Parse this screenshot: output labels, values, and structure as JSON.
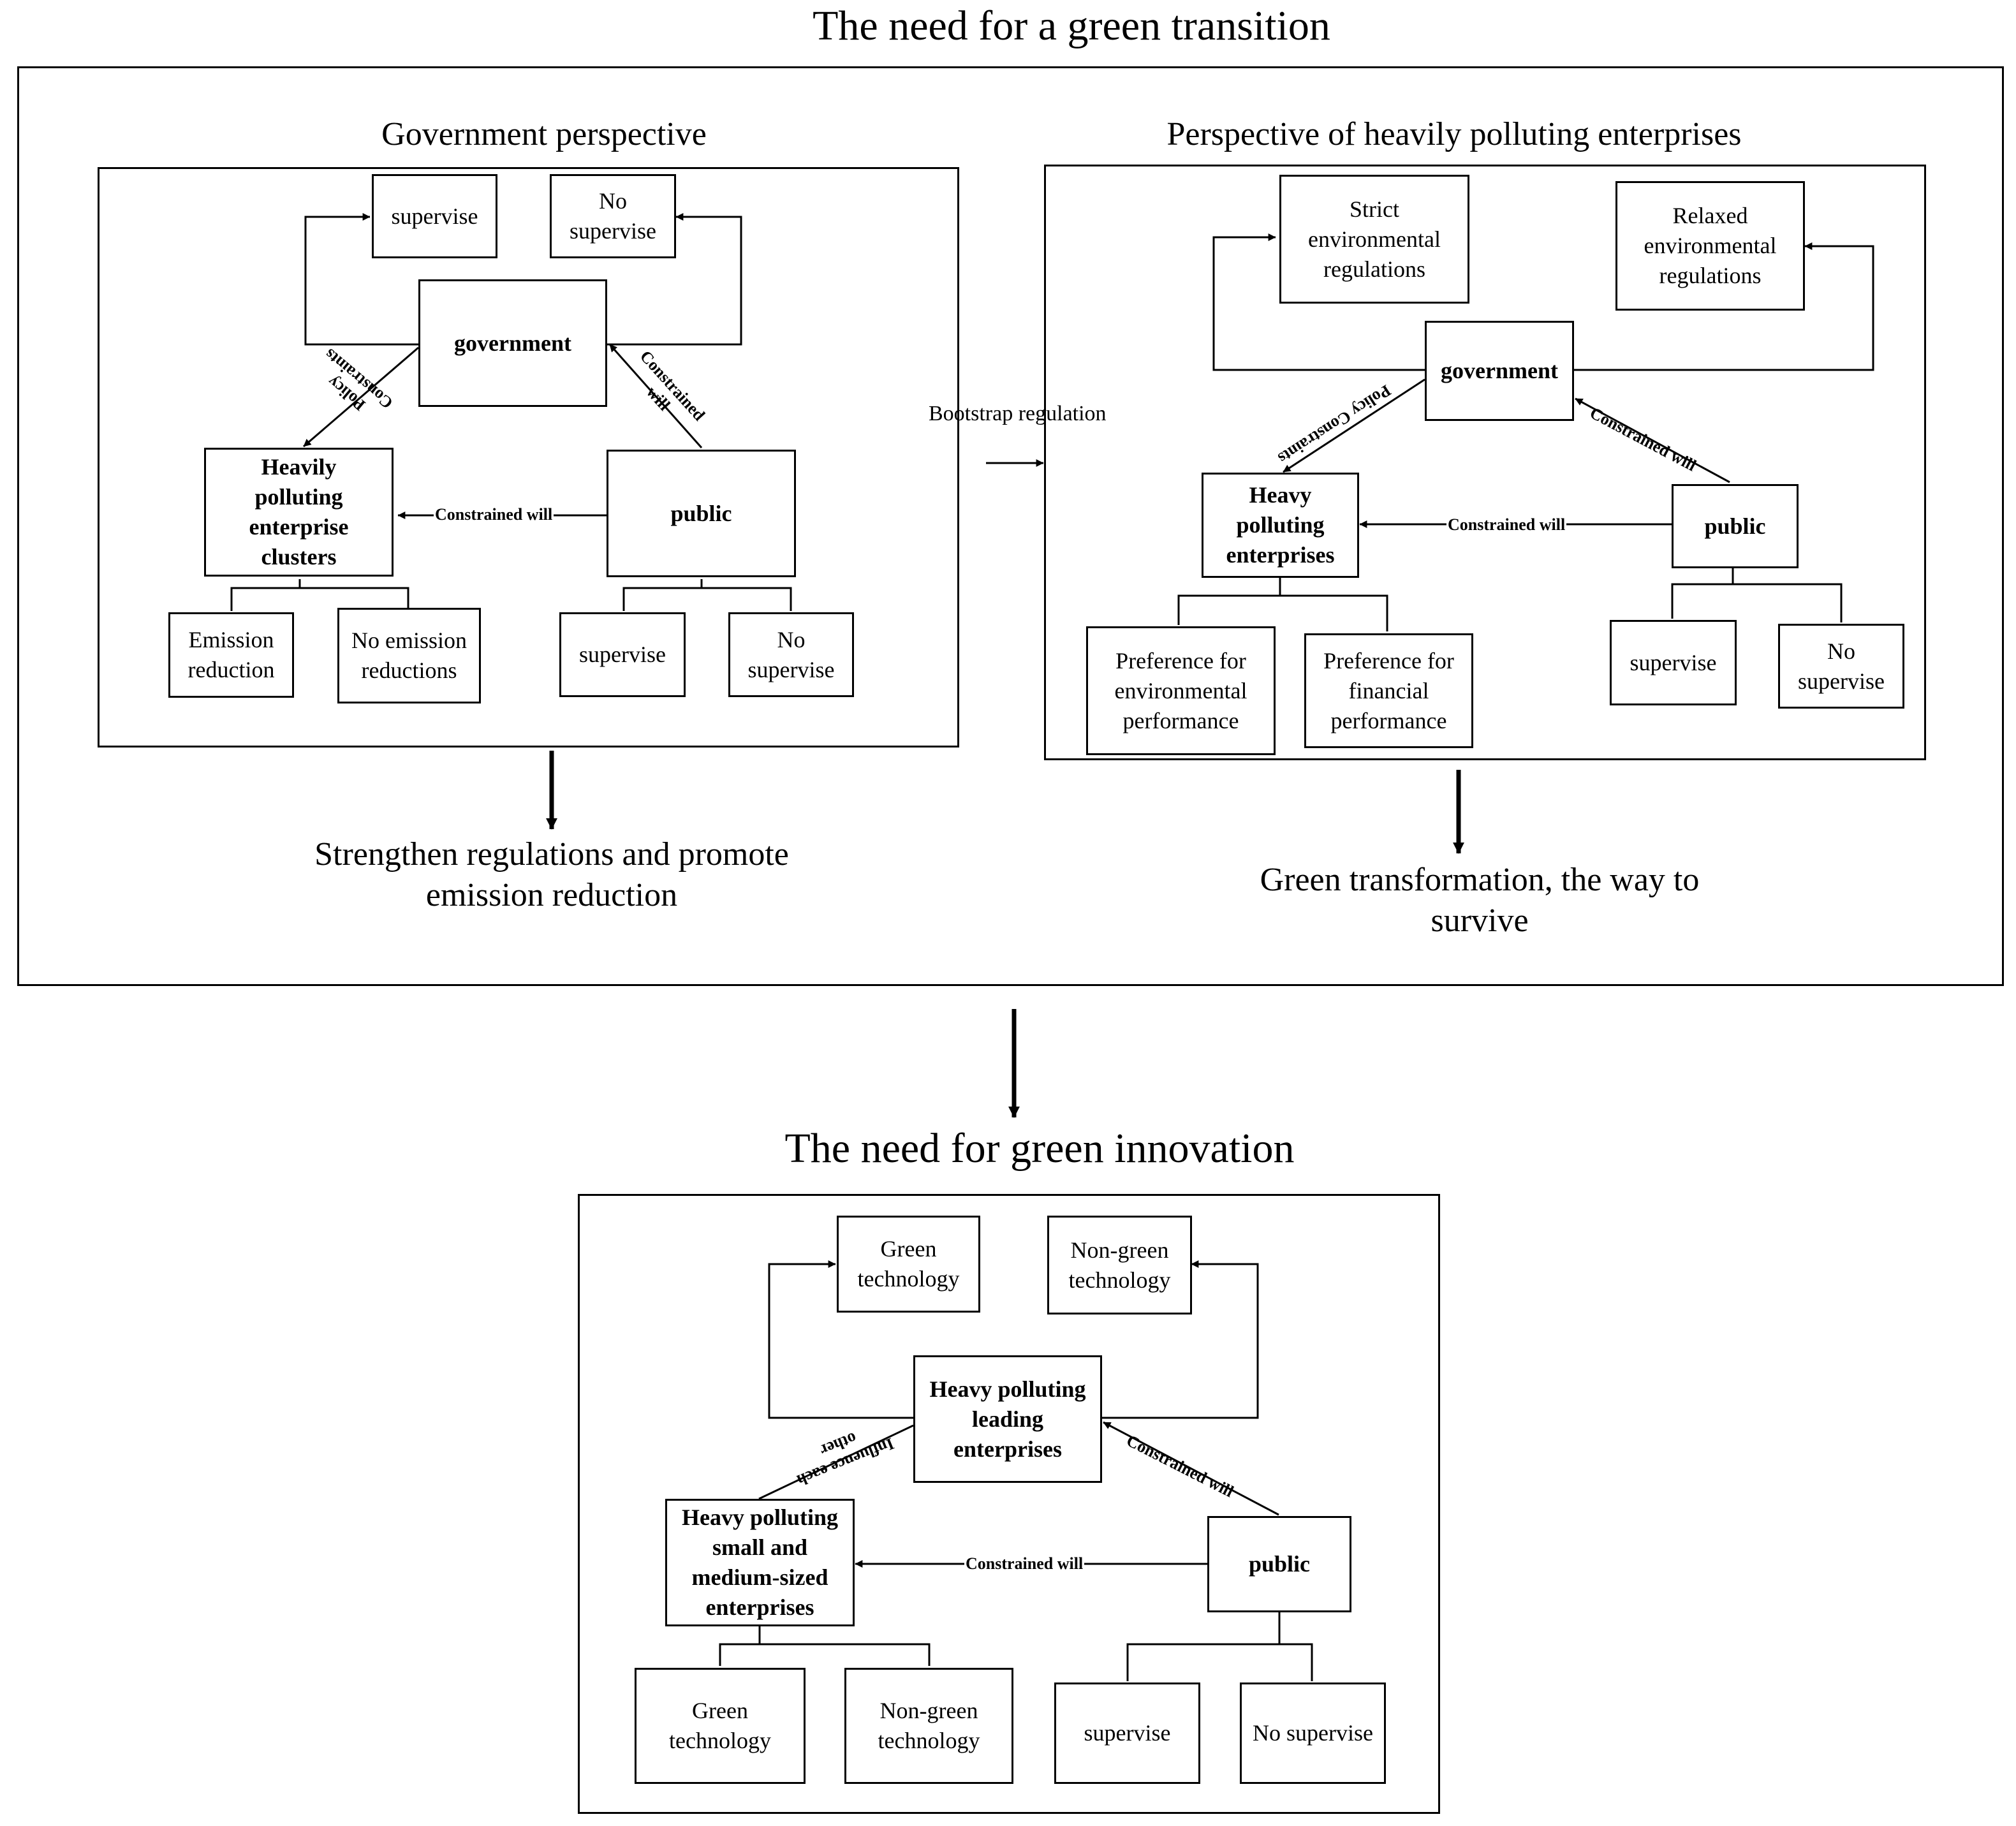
{
  "titles": {
    "top": "The need for a green transition",
    "bottom": "The need for green innovation"
  },
  "government_panel": {
    "title": "Government perspective",
    "supervise": "supervise",
    "no_supervise": "No\nsupervise",
    "government": "government",
    "enterprise": "Heavily\npolluting\nenterprise\nclusters",
    "public": "public",
    "emission_reduction": "Emission\nreduction",
    "no_emission_reductions": "No emission\nreductions",
    "public_supervise": "supervise",
    "public_no_supervise": "No\nsupervise",
    "edge_policy": "Policy\nConstraints",
    "edge_constrained_gov": "Constrained\nwill",
    "edge_constrained_ent": "Constrained will",
    "outcome": "Strengthen regulations and promote\nemission reduction"
  },
  "bridge_label": "Bootstrap regulation",
  "enterprise_panel": {
    "title": "Perspective of heavily polluting enterprises",
    "strict": "Strict\nenvironmental\nregulations",
    "relaxed": "Relaxed\nenvironmental\nregulations",
    "government": "government",
    "enterprise": "Heavy\npolluting\nenterprises",
    "public": "public",
    "pref_env": "Preference for\nenvironmental\nperformance",
    "pref_fin": "Preference for\nfinancial\nperformance",
    "public_supervise": "supervise",
    "public_no_supervise": "No\nsupervise",
    "edge_policy": "Policy Constraints",
    "edge_constrained_gov": "Constrained will",
    "edge_constrained_ent": "Constrained will",
    "outcome": "Green transformation, the way to\nsurvive"
  },
  "innovation_panel": {
    "green_top": "Green\ntechnology",
    "nongreen_top": "Non-green\ntechnology",
    "leading": "Heavy polluting\nleading\nenterprises",
    "sme": "Heavy polluting\nsmall and\nmedium-sized\nenterprises",
    "public": "public",
    "green_bottom": "Green\ntechnology",
    "nongreen_bottom": "Non-green\ntechnology",
    "public_supervise": "supervise",
    "public_no_supervise": "No supervise",
    "edge_influence": "Influence each\nother",
    "edge_constrained_leading": "Constrained will",
    "edge_constrained_sme": "Constrained will"
  }
}
